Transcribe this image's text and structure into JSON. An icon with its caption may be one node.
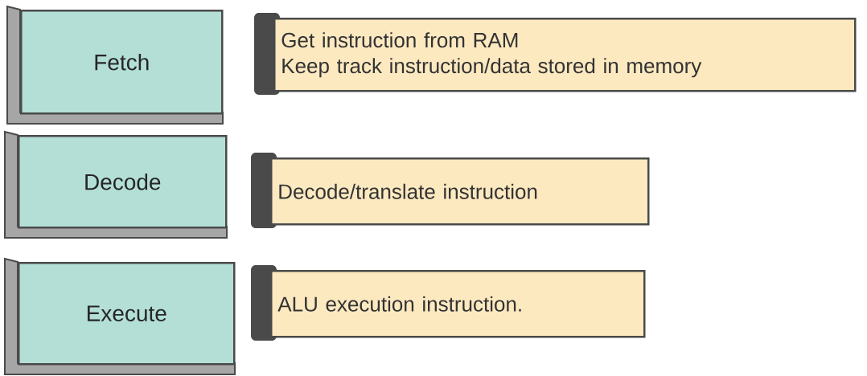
{
  "diagram": {
    "nodes": [
      {
        "text": [
          "Fetch"
        ]
      },
      {
        "text": [
          "Get instruction from RAM",
          "Keep track instruction/data stored in memory"
        ]
      },
      {
        "text": [
          "Decode"
        ]
      },
      {
        "text": [
          "Decode/translate instruction"
        ]
      },
      {
        "text": [
          "Execute"
        ]
      },
      {
        "text": [
          "ALU execution instruction."
        ]
      }
    ]
  }
}
